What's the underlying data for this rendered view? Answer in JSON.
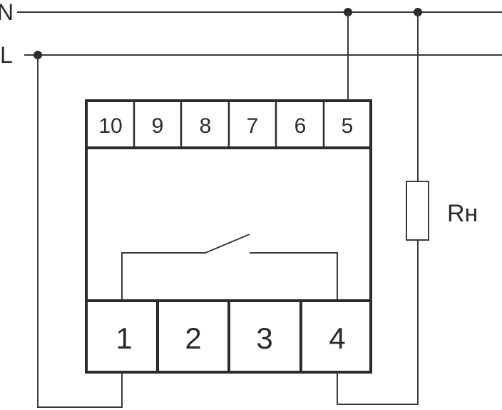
{
  "lines": {
    "neutral": "N",
    "live": "L"
  },
  "top_terminals": [
    "10",
    "9",
    "8",
    "7",
    "6",
    "5"
  ],
  "bottom_terminals": [
    "1",
    "2",
    "3",
    "4"
  ],
  "load_label": "Rн"
}
